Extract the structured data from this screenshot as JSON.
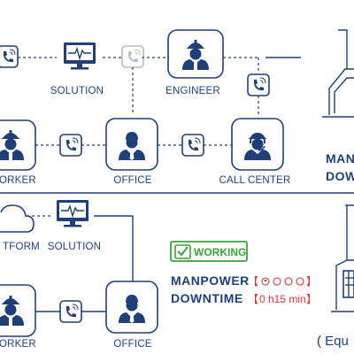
{
  "labels": {
    "solution_top": "SOLUTION",
    "engineer": "ENGINEER",
    "worker_top": "ORKER",
    "office_top": "OFFICE",
    "call_center": "CALL CENTER",
    "manpower_top": "MAN",
    "downtime_top": "DOW",
    "platform": "TFORM",
    "solution_bottom": "SOLUTION",
    "worker_bottom": "ORKER",
    "office_bottom": "OFFICE",
    "equipment_partial": "( Equ"
  },
  "status": {
    "working_label": "WORKING",
    "manpower_label": "MANPOWER",
    "manpower_bracket_open": "【",
    "manpower_value": "",
    "manpower_bracket_close": "】",
    "downtime_label": "DOWNTIME",
    "downtime_bracket_open": "【",
    "downtime_value": "0 h15 min",
    "downtime_bracket_close": "】"
  },
  "colors": {
    "primary": "#1f3f78",
    "working_green": "#3aa23a",
    "alert_red": "#d6343a"
  }
}
